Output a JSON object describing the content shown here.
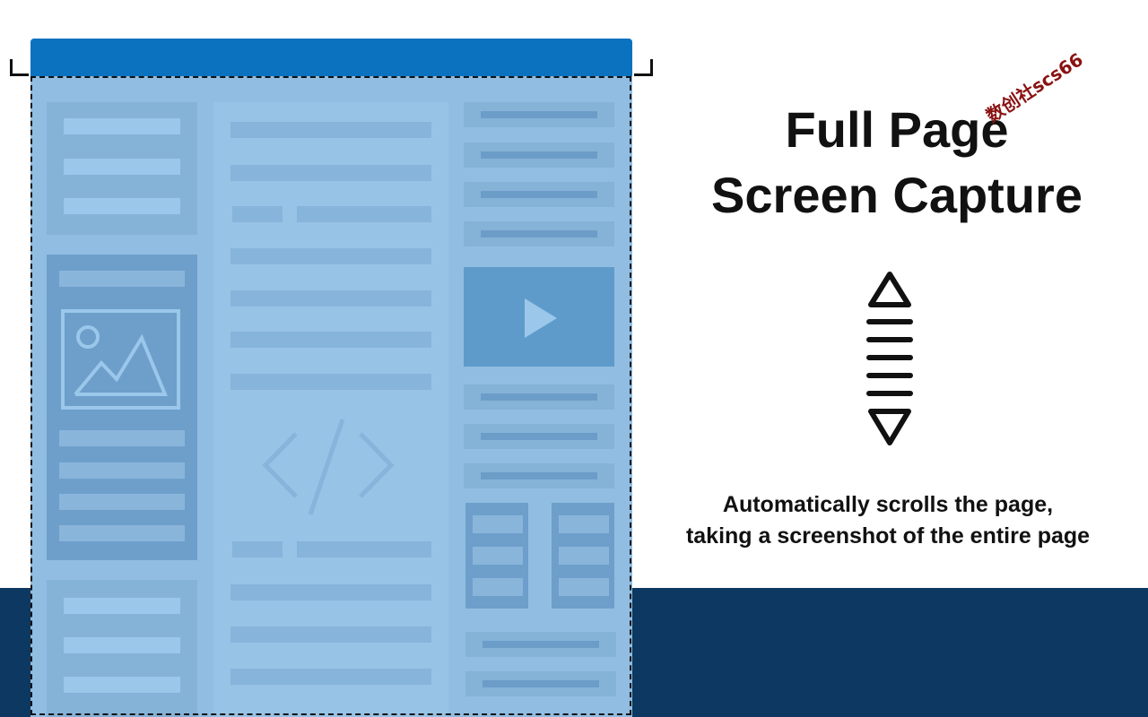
{
  "hero": {
    "title_line1": "Full Page",
    "title_line2": "Screen Capture",
    "subtitle_line1": "Automatically scrolls the page,",
    "subtitle_line2": "taking a screenshot of the entire page"
  },
  "watermark": "数创社scs66",
  "icons": {
    "scroll": "scroll-up-down-icon",
    "image": "image-placeholder-icon",
    "code": "code-icon",
    "play": "play-icon"
  },
  "colors": {
    "accent_bar": "#0b72bf",
    "page_tint": "#90bde1",
    "footer_band": "#0d3862",
    "text": "#111111",
    "watermark": "#8a1212"
  }
}
